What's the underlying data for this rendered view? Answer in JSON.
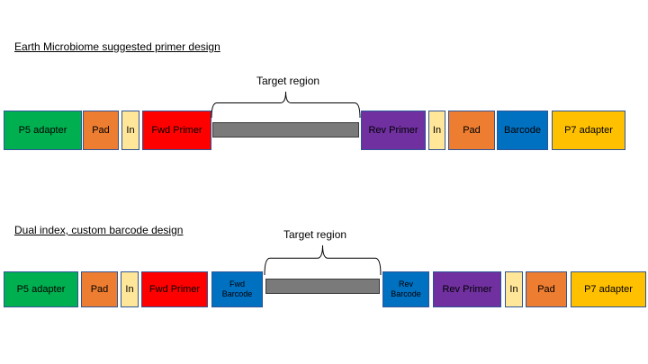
{
  "colors": {
    "green": "#00b050",
    "orange": "#ed7d31",
    "pale": "#ffe699",
    "red": "#ff0000",
    "gray": "#7a7a7a",
    "purple": "#7030a0",
    "blue": "#0070c0",
    "yellow": "#ffc000"
  },
  "diagrams": [
    {
      "title": "Earth Microbiome suggested primer design",
      "target_label": "Target region",
      "segments": [
        {
          "label": "P5 adapter",
          "color": "green"
        },
        {
          "label": "Pad",
          "color": "orange"
        },
        {
          "label": "In",
          "color": "pale"
        },
        {
          "label": "Fwd Primer",
          "color": "red"
        },
        {
          "label": "",
          "color": "gray",
          "target": true
        },
        {
          "label": "Rev Primer",
          "color": "purple"
        },
        {
          "label": "In",
          "color": "pale"
        },
        {
          "label": "Pad",
          "color": "orange"
        },
        {
          "label": "Barcode",
          "color": "blue"
        },
        {
          "label": "P7 adapter",
          "color": "yellow"
        }
      ]
    },
    {
      "title": "Dual index, custom barcode design",
      "target_label": "Target region",
      "segments": [
        {
          "label": "P5 adapter",
          "color": "green"
        },
        {
          "label": "Pad",
          "color": "orange"
        },
        {
          "label": "In",
          "color": "pale"
        },
        {
          "label": "Fwd Primer",
          "color": "red"
        },
        {
          "label": "Fwd\nBarcode",
          "color": "blue"
        },
        {
          "label": "",
          "color": "gray",
          "target": true
        },
        {
          "label": "Rev\nBarcode",
          "color": "blue"
        },
        {
          "label": "Rev Primer",
          "color": "purple"
        },
        {
          "label": "In",
          "color": "pale"
        },
        {
          "label": "Pad",
          "color": "orange"
        },
        {
          "label": "P7 adapter",
          "color": "yellow"
        }
      ]
    }
  ]
}
